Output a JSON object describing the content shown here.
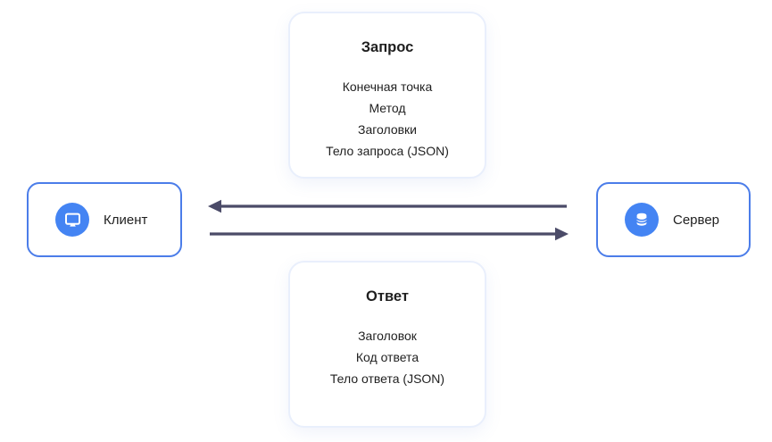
{
  "request_card": {
    "title": "Запрос",
    "items": [
      "Конечная точка",
      "Метод",
      "Заголовки",
      "Тело запроса (JSON)"
    ]
  },
  "response_card": {
    "title": "Ответ",
    "items": [
      "Заголовок",
      "Код ответа",
      "Тело ответа (JSON)"
    ]
  },
  "client_node": {
    "label": "Клиент",
    "icon": "monitor-icon"
  },
  "server_node": {
    "label": "Сервер",
    "icon": "database-icon"
  },
  "arrows": {
    "top": {
      "direction": "left",
      "from": "Сервер",
      "to": "Клиент"
    },
    "bottom": {
      "direction": "right",
      "from": "Клиент",
      "to": "Сервер"
    }
  },
  "colors": {
    "node_border": "#4b7de9",
    "icon_circle": "#4484f3",
    "card_border": "#e9effc",
    "arrow": "#4b4b68",
    "text": "#1f1f1f"
  }
}
